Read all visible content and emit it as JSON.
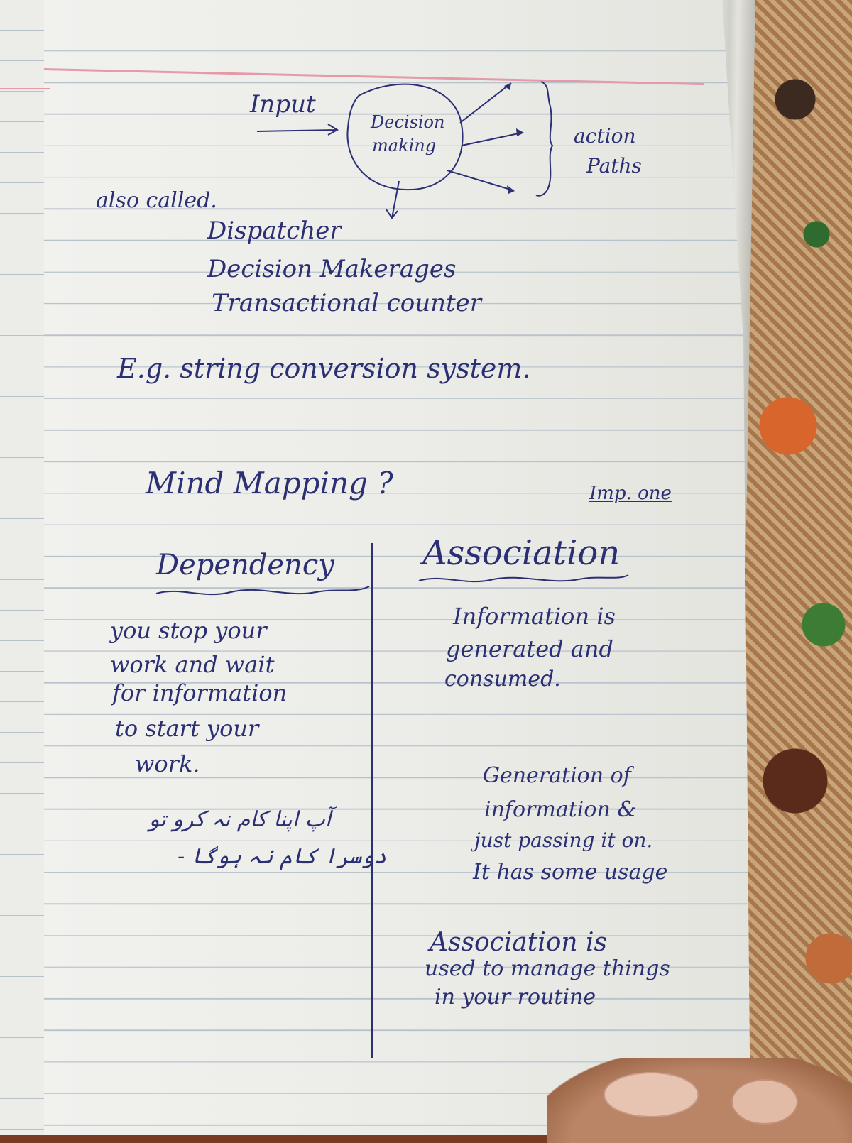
{
  "diagram": {
    "input_label": "Input",
    "center_label_line1": "Decision",
    "center_label_line2": "making",
    "right_label_line1": "action",
    "right_label_line2": "Paths"
  },
  "also_called": {
    "heading": "also called.",
    "items": [
      "Dispatcher",
      "Decision Makerages",
      "Transactional counter"
    ]
  },
  "example": "E.g. string conversion system.",
  "mind_mapping": {
    "title": "Mind Mapping ?",
    "note": "Imp. one"
  },
  "left_column": {
    "heading": "Dependency",
    "lines": [
      "you stop your",
      "work and wait",
      "for information",
      "to start your",
      "work."
    ],
    "urdu_line1": "آپ اپنا کام نہ کرو تو",
    "urdu_line2": "دوسرا کام نہ ہوگا -"
  },
  "right_column": {
    "heading": "Association",
    "block1": [
      "Information is",
      "generated and",
      "consumed."
    ],
    "block2": [
      "Generation of",
      "information &",
      "just passing it on.",
      "It has some usage"
    ],
    "block3": [
      "Association is",
      "used to manage things",
      "in your routine"
    ]
  },
  "colors": {
    "ink": "#2b2f73",
    "paper": "#ecece8",
    "rule_line": "#b9c2cc",
    "margin_line": "#e49aa7"
  }
}
